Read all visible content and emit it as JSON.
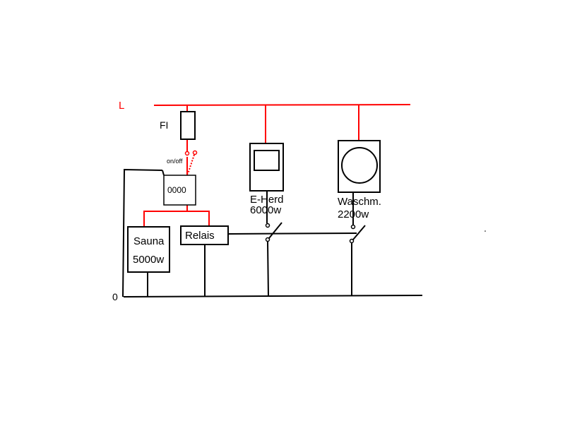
{
  "diagram": {
    "labels": {
      "live": "L",
      "neutral": "0",
      "fi": "FI",
      "switch": "on/off",
      "meter": "0000",
      "sauna_name": "Sauna",
      "sauna_power": "5000w",
      "relay": "Relais",
      "stove_name": "E-Herd",
      "stove_power": "6000w",
      "washer_name": "Waschm.",
      "washer_power": "2200w"
    },
    "colors": {
      "live_wire": "#ff0000",
      "neutral_wire": "#000000",
      "background": "#ffffff"
    }
  }
}
